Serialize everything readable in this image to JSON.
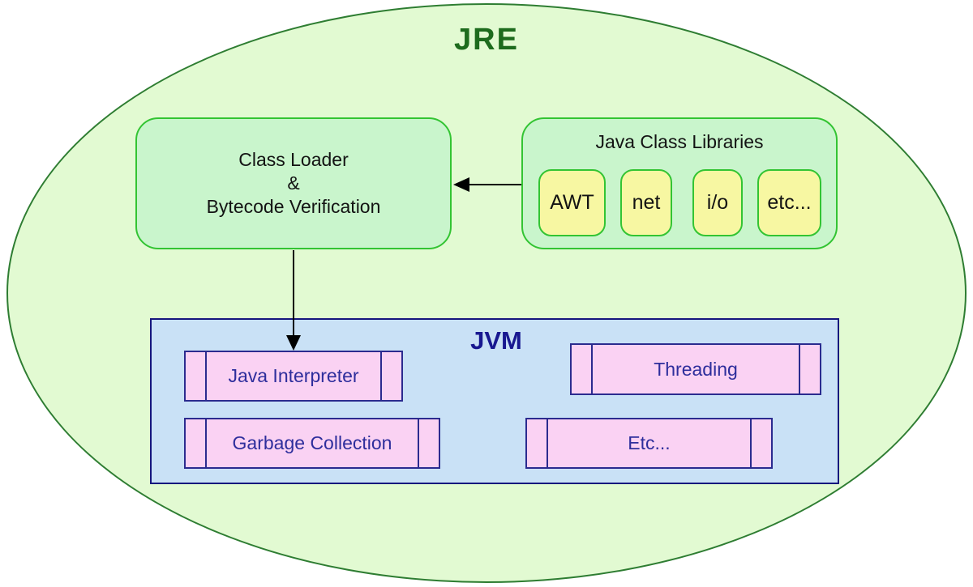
{
  "jre": {
    "label": "JRE"
  },
  "class_loader": {
    "lines": [
      "Class Loader",
      "&",
      "Bytecode Verification"
    ]
  },
  "libraries": {
    "title": "Java Class Libraries",
    "items": [
      "AWT",
      "net",
      "i/o",
      "etc..."
    ]
  },
  "jvm": {
    "label": "JVM",
    "components": [
      "Java Interpreter",
      "Threading",
      "Garbage Collection",
      "Etc..."
    ]
  },
  "colors": {
    "ellipse_fill": "#e2fad2",
    "ellipse_border": "#2e7d32",
    "jre_text": "#1d6b1d",
    "green_box_fill": "#c9f5cc",
    "green_box_border": "#33c433",
    "yellow_box_fill": "#f7f7a2",
    "dark_text": "#131313",
    "jvm_fill": "#c9e1f6",
    "jvm_border": "#16167d",
    "jvm_text": "#181890",
    "pink_fill": "#fad2f3",
    "pink_border": "#2b2b8f",
    "pink_text": "#2e2e9c",
    "arrow": "#000000"
  }
}
